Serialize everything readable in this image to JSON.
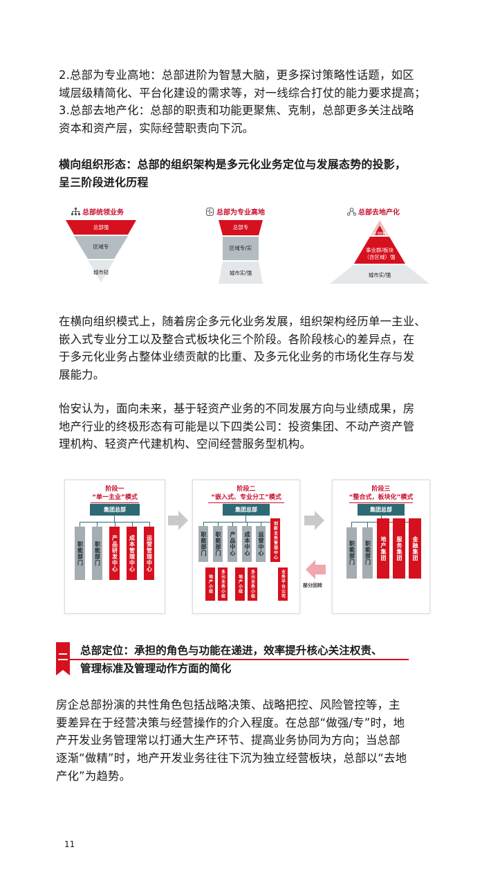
{
  "intro": {
    "lines": [
      "2.总部为专业高地：总部进阶为智慧大脑，更多探讨策略性话题，如区",
      "域层级精简化、平台化建设的需求等，对一线综合打仗的能力要求提高；",
      "3.总部去地产化：总部的职责和功能更聚焦、克制，总部更多关注战略",
      "资本和资产层，实际经营职责向下沉。"
    ]
  },
  "heading1": {
    "lines": [
      "横向组织形态：总部的组织架构是多元化业务定位与发展态势的投影，",
      "呈三阶段进化历程"
    ]
  },
  "diagram1": {
    "stages": [
      {
        "title": "总部统领业务",
        "icon": "org-chart-icon",
        "levels": [
          "总部强",
          "区域专",
          "城市轻"
        ]
      },
      {
        "title": "总部为专业高地",
        "icon": "brain-icon",
        "levels": [
          "总部专",
          "区域专/实",
          "城市实/强"
        ]
      },
      {
        "title": "总部去地产化",
        "icon": "network-icon",
        "levels": [
          "总部精",
          "事业群/板块",
          "（含区域）强",
          "城市实/强"
        ]
      }
    ],
    "colors": {
      "red": "#d6101e",
      "pink": "#f2bcc0",
      "grey_dark": "#b3bcc1",
      "grey_light": "#e3e7ea"
    }
  },
  "para1": {
    "lines": [
      "在横向组织模式上，随着房企多元化业务发展，组织架构经历单一主业、",
      "嵌入式专业分工以及整合式板块化三个阶段。各阶段核心的差异点，在",
      "于多元化业务占整体业绩贡献的比重、及多元化业务的市场化生存与发",
      "展能力。"
    ]
  },
  "para2": {
    "lines": [
      "怡安认为，面向未来，基于轻资产业务的不同发展方向与业绩成果，房",
      "地产行业的终极形态有可能是以下四类公司：投资集团、不动产资产管",
      "理机构、轻资产代建机构、空间经营服务型机构。"
    ]
  },
  "diagram2": {
    "panels": [
      {
        "stage": "阶段一",
        "mode": "“单一主业”模式",
        "top": "集团总部",
        "columns": [
          "职能部门",
          "职能部门",
          "产品研发中心",
          "成本管理中心",
          "运营管理中心"
        ]
      },
      {
        "stage": "阶段二",
        "mode": "“嵌入式、专业分工”模式",
        "top": "集团总部",
        "columns": [
          "职能部门",
          "职能部门",
          "产品中心",
          "成本中心",
          "运营中心",
          "创新业务管理中心"
        ],
        "sub": [
          "地产小组",
          "多元业务小组",
          "地产小组",
          "多元业务小组",
          "业务平台公司"
        ]
      },
      {
        "stage": "阶段三",
        "mode": "“整合式，板块化”模式",
        "top": "集团总部",
        "columns": [
          "职能部门",
          "职能部门",
          "地产集团",
          "服务集团",
          "金融集团"
        ]
      }
    ],
    "return_label": "部分回转",
    "colors": {
      "teal": "#2d6a74",
      "grey": "#a4adb2",
      "red": "#d6101e",
      "arrow_grey": "#c9c9c9",
      "arrow_pink": "#f0a7ad"
    }
  },
  "section": {
    "number": "二",
    "title_lines": [
      "总部定位：承担的角色与功能在递进，效率提升核心关注权责、",
      "管理标准及管理动作方面的简化"
    ]
  },
  "para3": {
    "lines": [
      "房企总部扮演的共性角色包括战略决策、战略把控、风险管控等，主",
      "要差异在于经营决策与经营操作的介入程度。在总部“做强/专”时，地",
      "产开发业务管理常以打通大生产环节、提高业务协同为方向；当总部",
      "逐渐“做精”时，地产开发业务往往下沉为独立经营板块，总部以“去地",
      "产化”为趋势。"
    ]
  },
  "page_number": "11"
}
